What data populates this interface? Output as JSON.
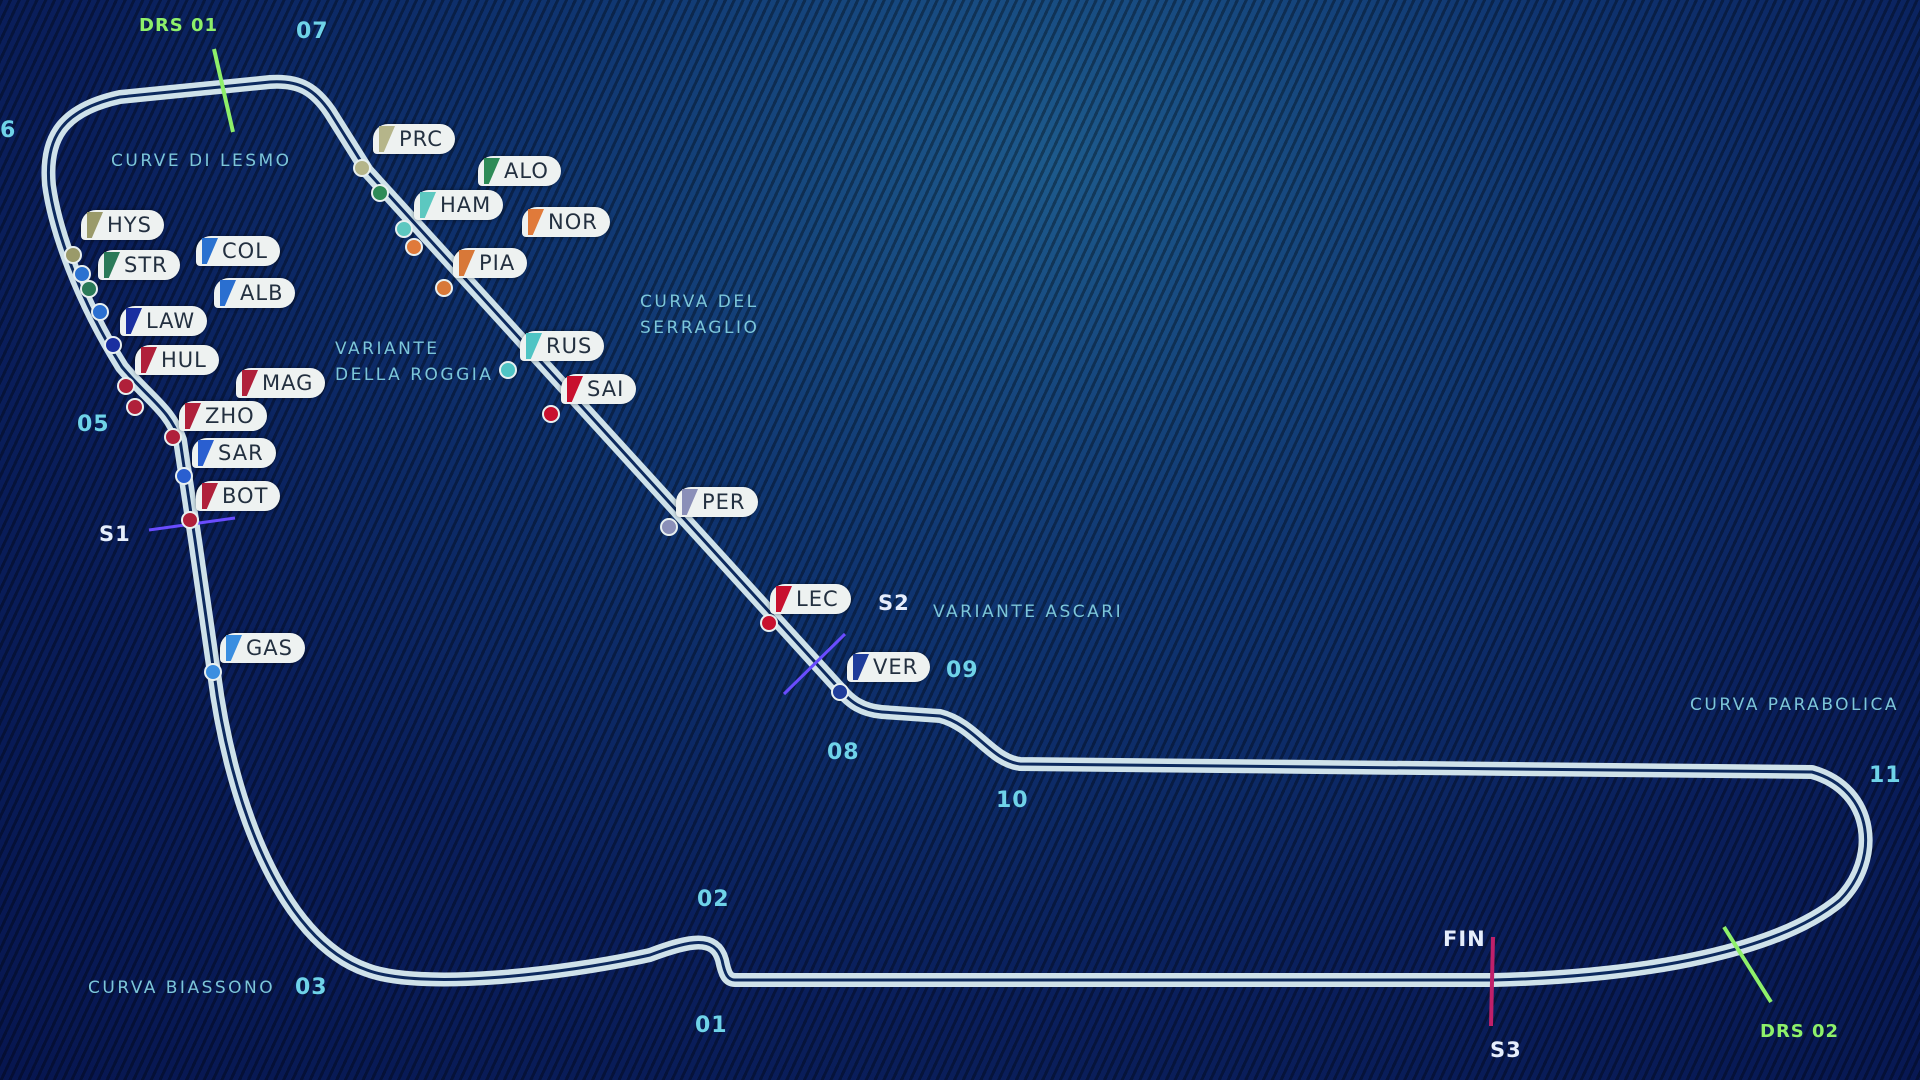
{
  "corners": [
    "01",
    "02",
    "03",
    "05",
    "6",
    "07",
    "08",
    "09",
    "10",
    "11"
  ],
  "places": {
    "lesmo": "CURVE DI LESMO",
    "serraglio_1": "CURVA DEL",
    "serraglio_2": "SERRAGLIO",
    "roggia_1": "VARIANTE",
    "roggia_2": "DELLA ROGGIA",
    "ascari": "VARIANTE ASCARI",
    "parabolica": "CURVA PARABOLICA",
    "biassono": "CURVA BIASSONO"
  },
  "markers": {
    "drs1": "DRS 01",
    "drs2": "DRS 02",
    "s1": "S1",
    "s2": "S2",
    "s3": "S3",
    "fin": "FIN"
  },
  "colors": {
    "track": "#e8f2f4",
    "drs": "#8ef06a",
    "sector": "#6a4cff",
    "finish": "#c0206a"
  },
  "drivers": [
    {
      "code": "PRC",
      "color": "#b5b58a"
    },
    {
      "code": "ALO",
      "color": "#2e8b57"
    },
    {
      "code": "HAM",
      "color": "#5cc8c0"
    },
    {
      "code": "NOR",
      "color": "#e07a3a"
    },
    {
      "code": "PIA",
      "color": "#d87838"
    },
    {
      "code": "RUS",
      "color": "#4fc4c4"
    },
    {
      "code": "SAI",
      "color": "#c8102e"
    },
    {
      "code": "PER",
      "color": "#8a8fb8"
    },
    {
      "code": "LEC",
      "color": "#c8102e"
    },
    {
      "code": "VER",
      "color": "#1e3c9a"
    },
    {
      "code": "HYS",
      "color": "#9a9a6a"
    },
    {
      "code": "COL",
      "color": "#2a72d0"
    },
    {
      "code": "STR",
      "color": "#2a7a58"
    },
    {
      "code": "ALB",
      "color": "#2a6fd0"
    },
    {
      "code": "LAW",
      "color": "#1a2fa0"
    },
    {
      "code": "HUL",
      "color": "#b0203a"
    },
    {
      "code": "MAG",
      "color": "#b0203a"
    },
    {
      "code": "ZHO",
      "color": "#b0203a"
    },
    {
      "code": "SAR",
      "color": "#2a5fd0"
    },
    {
      "code": "BOT",
      "color": "#b0203a"
    },
    {
      "code": "GAS",
      "color": "#3a8ee0"
    }
  ]
}
